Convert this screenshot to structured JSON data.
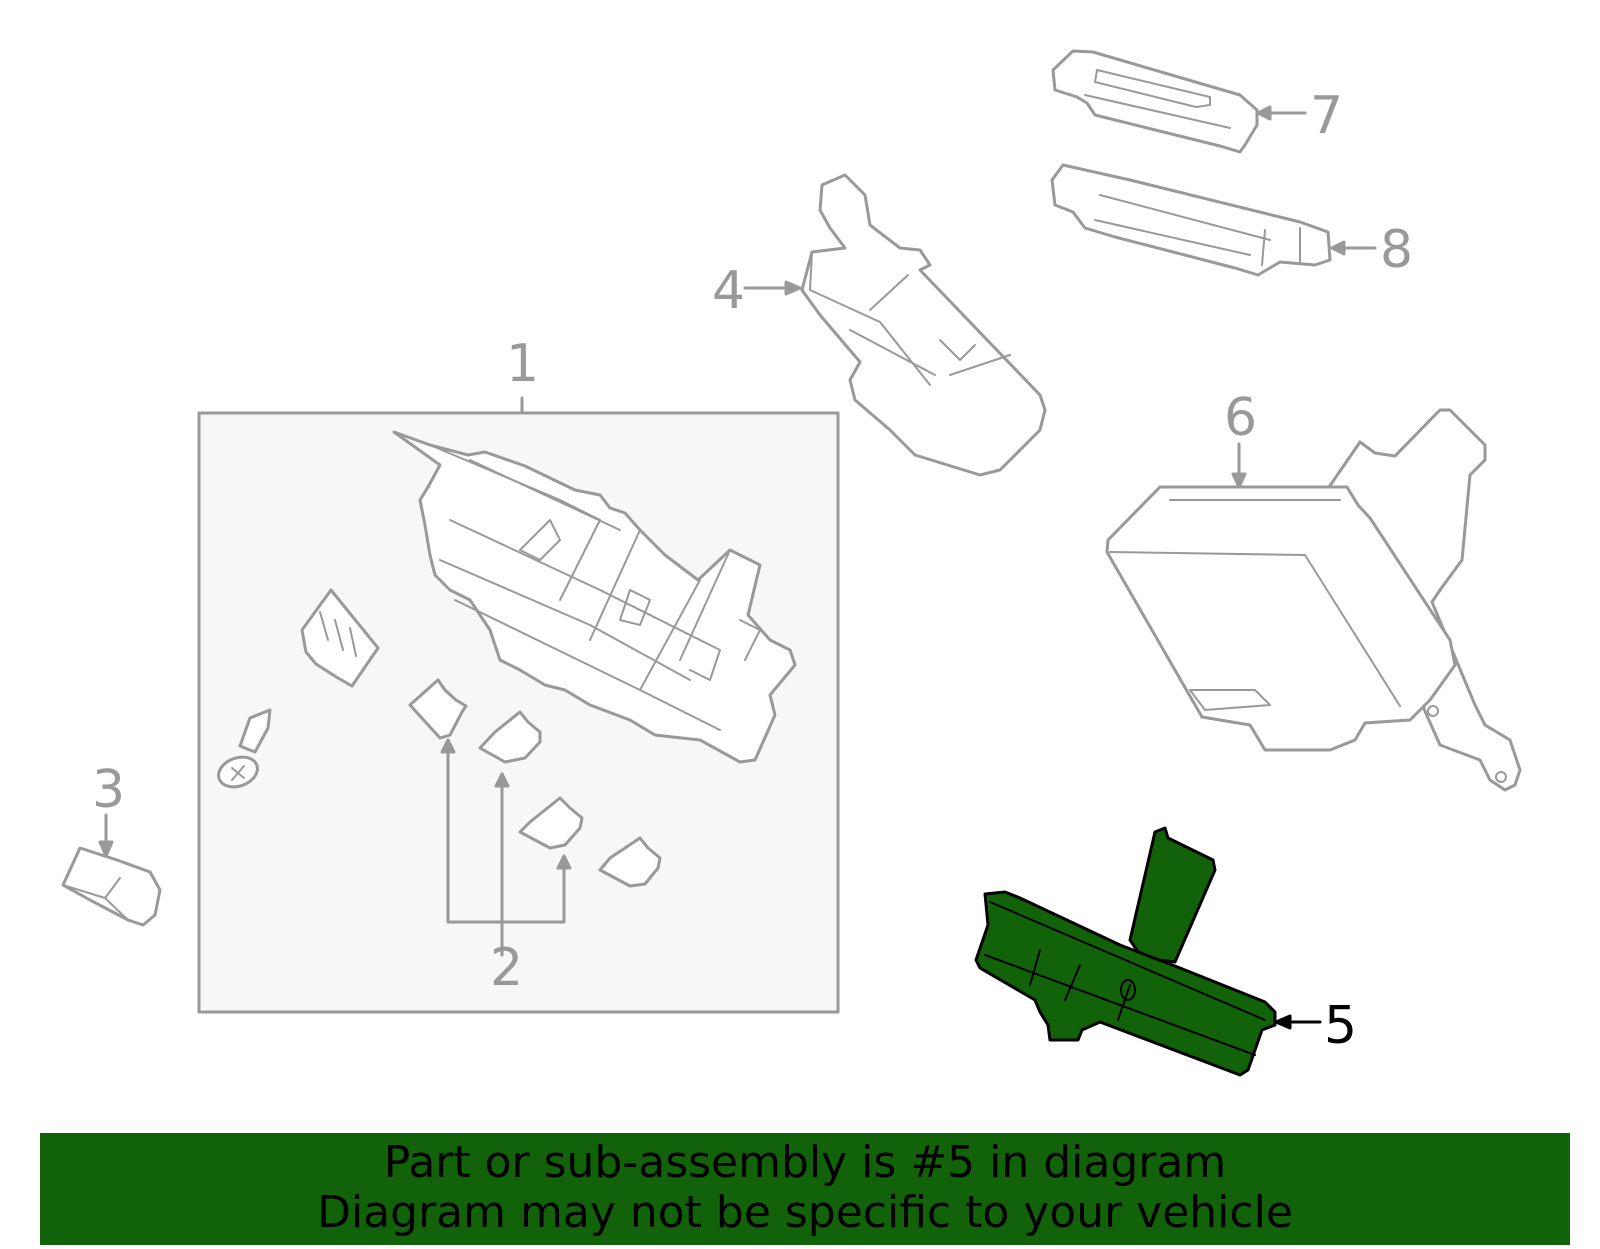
{
  "diagram": {
    "colors": {
      "line": "#999999",
      "highlight_fill": "#116208",
      "highlight_stroke": "#000000",
      "group_box_fill": "#f7f7f7",
      "banner_bg": "#116208"
    },
    "callouts": [
      {
        "id": "1",
        "label": "1"
      },
      {
        "id": "2",
        "label": "2"
      },
      {
        "id": "3",
        "label": "3"
      },
      {
        "id": "4",
        "label": "4"
      },
      {
        "id": "5",
        "label": "5",
        "highlighted": true
      },
      {
        "id": "6",
        "label": "6"
      },
      {
        "id": "7",
        "label": "7"
      },
      {
        "id": "8",
        "label": "8"
      }
    ]
  },
  "banner": {
    "line1": "Part or sub-assembly is #5 in diagram",
    "line2": "Diagram may not be specific to your vehicle"
  }
}
